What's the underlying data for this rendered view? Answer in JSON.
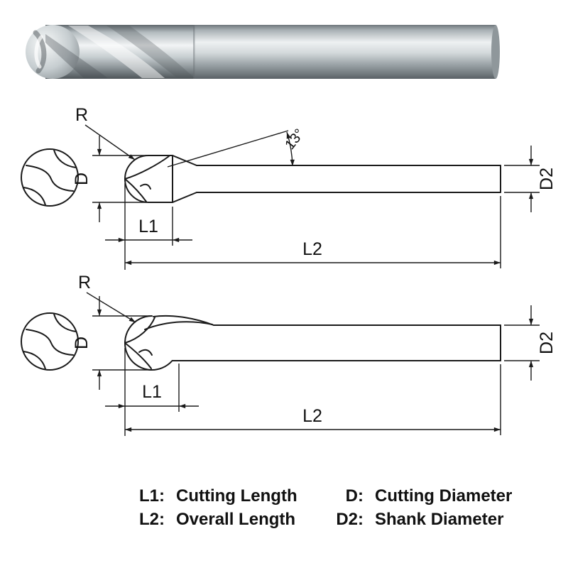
{
  "colors": {
    "line": "#1a1a1a",
    "background": "#ffffff",
    "metal_light": "#eef1f2",
    "metal_mid": "#c9d0d3",
    "metal_dark": "#5c6266"
  },
  "drawing_top": {
    "radius": "R",
    "diameter": "D",
    "taper_angle": "13°",
    "cutting_length": "L1",
    "overall_length": "L2",
    "shank_diameter": "D2"
  },
  "drawing_bottom": {
    "radius": "R",
    "diameter": "D",
    "cutting_length": "L1",
    "overall_length": "L2",
    "shank_diameter": "D2"
  },
  "legend": {
    "items": [
      {
        "label": "L1:",
        "text": "Cutting Length"
      },
      {
        "label": "L2:",
        "text": "Overall Length"
      },
      {
        "label": "D:",
        "text": "Cutting Diameter"
      },
      {
        "label": "D2:",
        "text": "Shank Diameter"
      }
    ]
  }
}
